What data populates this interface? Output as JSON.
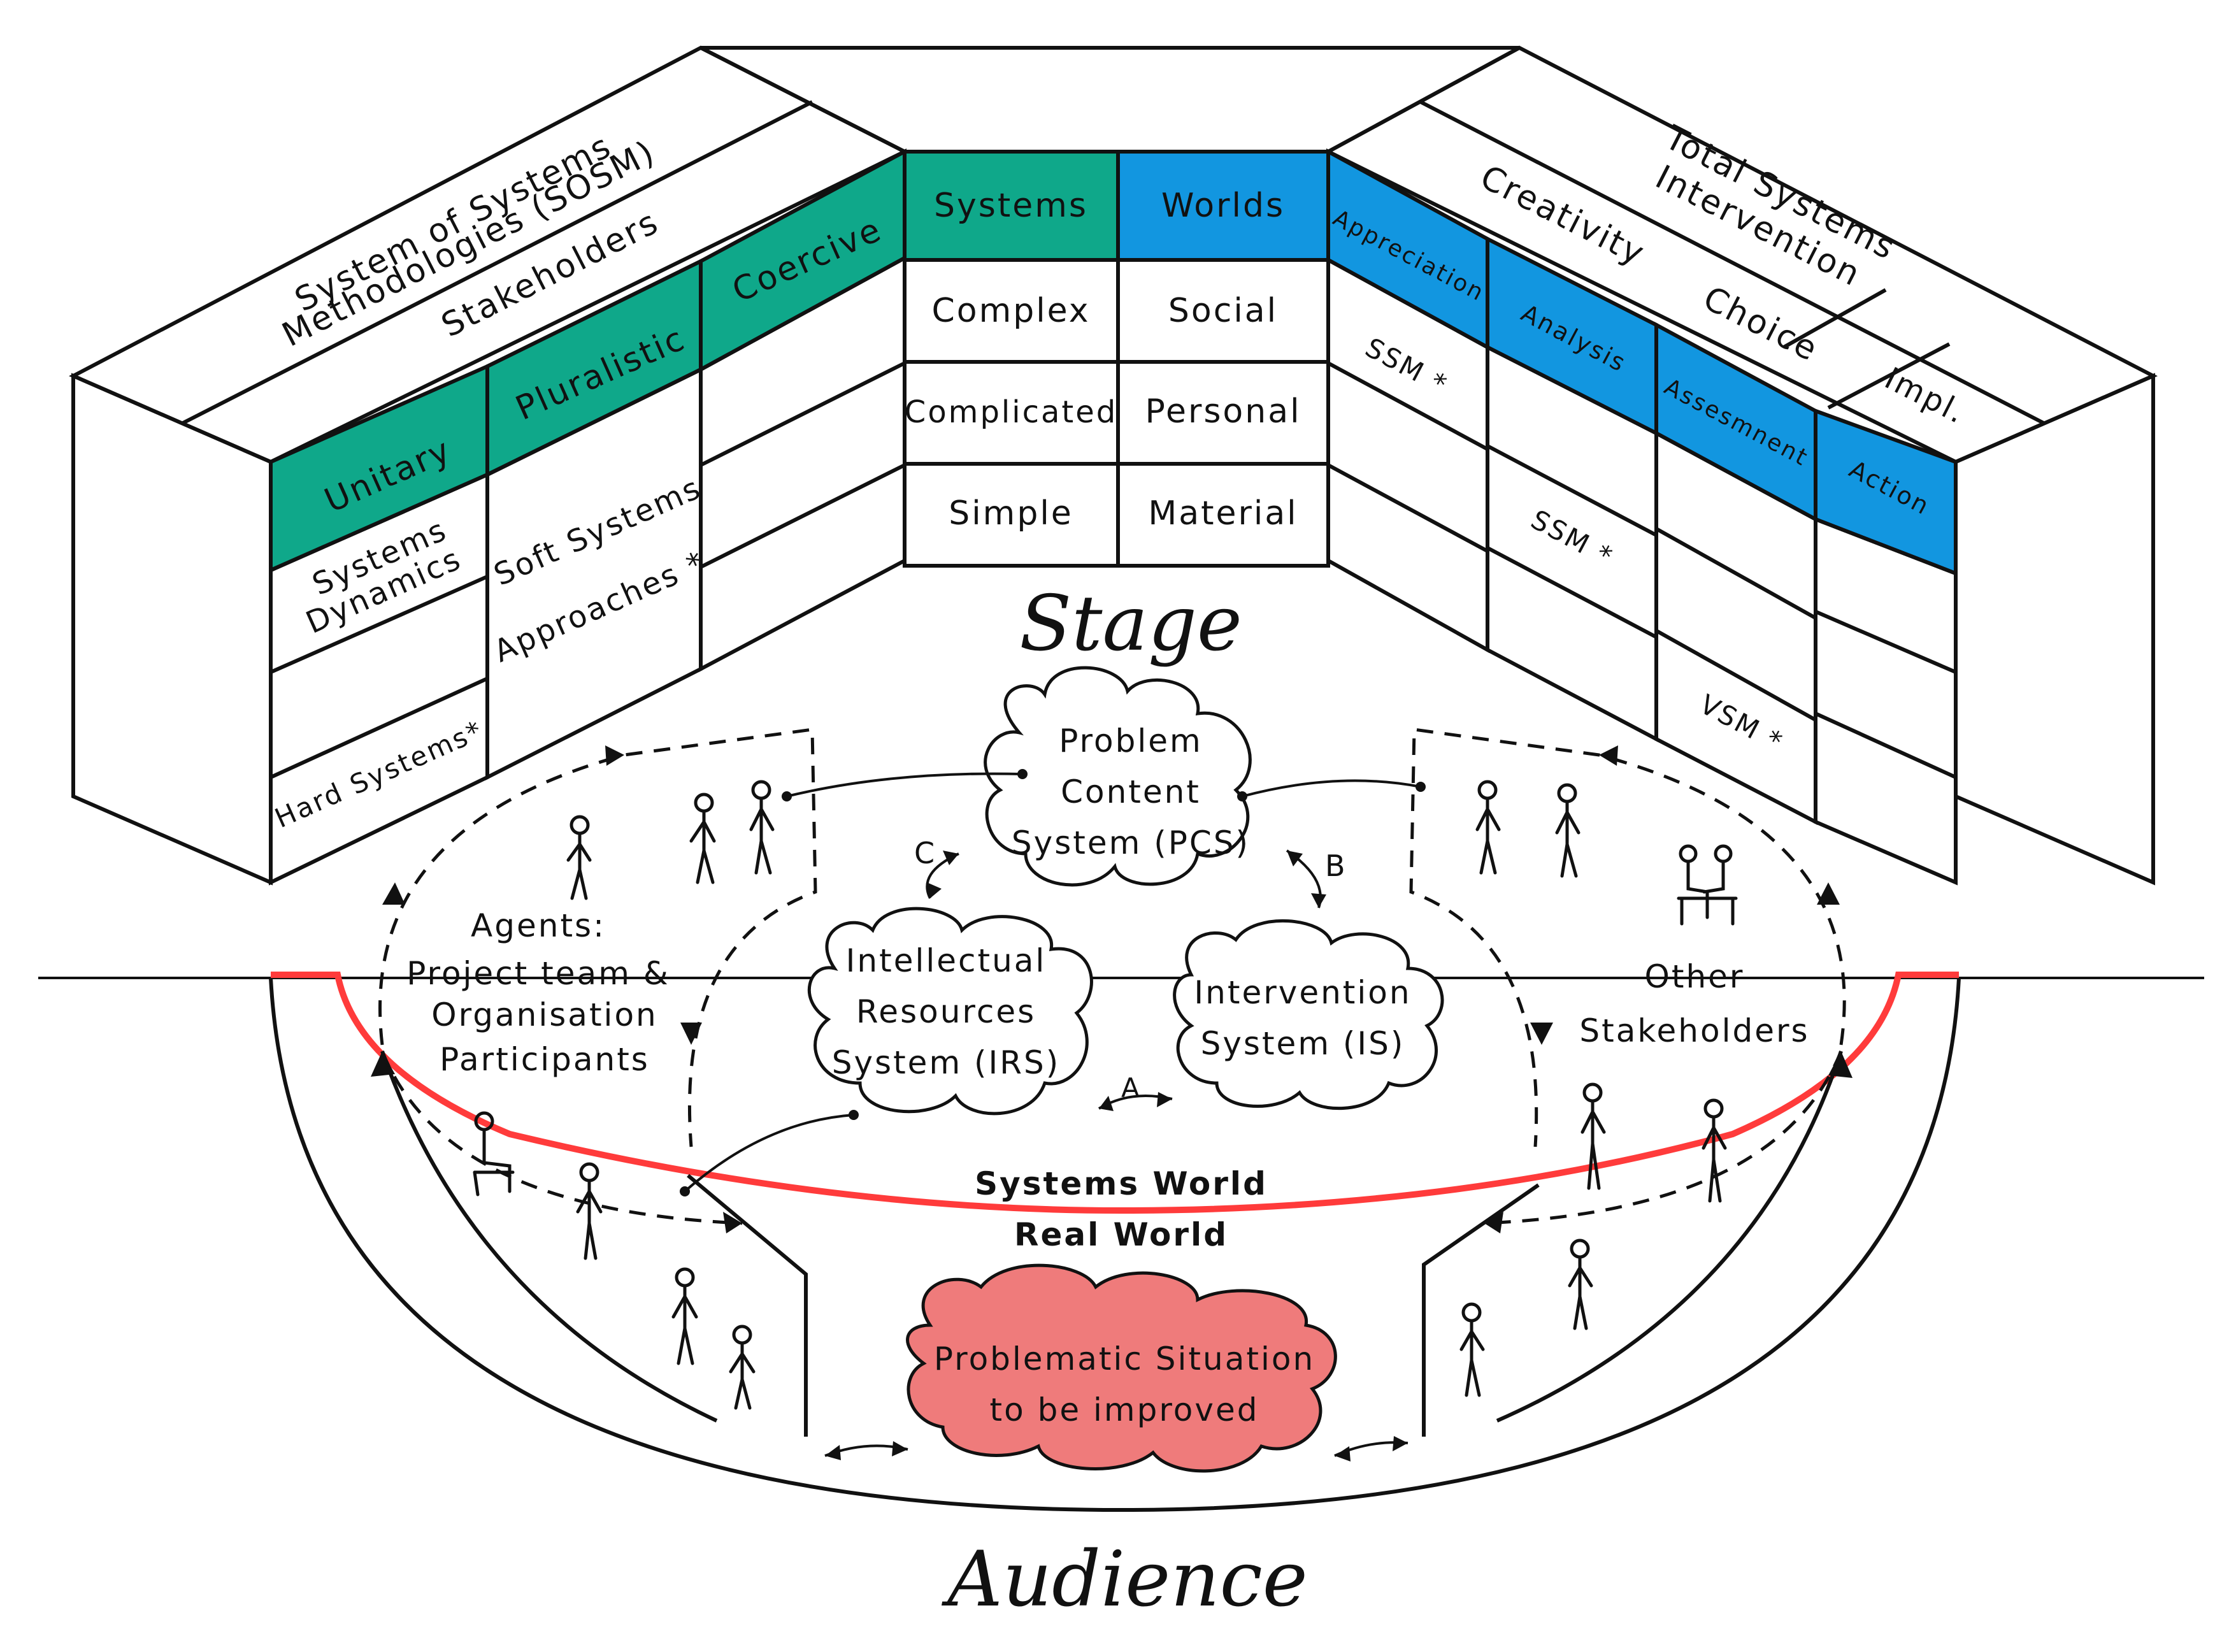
{
  "colors": {
    "teal": "#0fa88a",
    "blue": "#1296e0",
    "red_line": "#ff3b3b",
    "problem_fill": "#ef7b7b"
  },
  "sosm": {
    "title_line1": "System of Systems",
    "title_line2": "Methodologies (SOSM)",
    "stakeholders": "Stakeholders",
    "col_unitary": "Unitary",
    "col_pluralistic": "Pluralistic",
    "col_coercive": "Coercive",
    "systems_dynamics_1": "Systems",
    "systems_dynamics_2": "Dynamics",
    "hard_systems": "Hard Systems*",
    "soft_systems_1": "Soft Systems",
    "soft_systems_2": "Approaches *"
  },
  "center_table": {
    "header_systems": "Systems",
    "header_worlds": "Worlds",
    "rows": [
      {
        "systems": "Complex",
        "worlds": "Social"
      },
      {
        "systems": "Complicated",
        "worlds": "Personal"
      },
      {
        "systems": "Simple",
        "worlds": "Material"
      }
    ]
  },
  "tsi": {
    "title_line1": "Total Systems",
    "title_line2": "Intervention",
    "creativity": "Creativity",
    "choice": "Choice",
    "impl": "Impl.",
    "col_appreciation": "Appreciation",
    "col_analysis": "Analysis",
    "col_assessment": "Assesmnent",
    "col_action": "Action",
    "ssm_1": "SSM *",
    "ssm_2": "SSM *",
    "vsm": "VSM *"
  },
  "stage": {
    "title": "Stage",
    "pcs_1": "Problem",
    "pcs_2": "Content",
    "pcs_3": "System (PCS)",
    "irs_1": "Intellectual",
    "irs_2": "Resources",
    "irs_3": "System (IRS)",
    "is_1": "Intervention",
    "is_2": "System (IS)",
    "label_a": "A",
    "label_b": "B",
    "label_c": "C",
    "agents_1": "Agents:",
    "agents_2": "Project team &",
    "agents_3": "Organisation",
    "agents_4": "Participants",
    "other_1": "Other",
    "other_2": "Stakeholders"
  },
  "worlds": {
    "systems_world": "Systems World",
    "real_world": "Real World"
  },
  "problem": {
    "line1": "Problematic Situation",
    "line2": "to be improved"
  },
  "audience": "Audience"
}
